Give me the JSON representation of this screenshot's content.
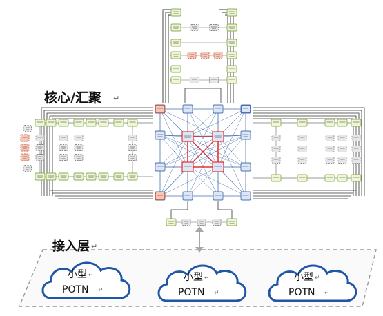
{
  "labels": {
    "core_layer": "核心/汇聚",
    "access_layer": "接入层",
    "return_mark": "↵"
  },
  "clouds": [
    {
      "line1": "小型",
      "line2": "POTN"
    },
    {
      "line1": "小型",
      "line2": "POTN"
    },
    {
      "line1": "小型",
      "line2": "POTN"
    }
  ],
  "colors": {
    "core_fill": "#dbe6f7",
    "core_stroke": "#4a72b0",
    "ring_green_fill": "#eef5d9",
    "ring_green_stroke": "#8db04d",
    "gray_fill": "#e6e6e6",
    "gray_stroke": "#888888",
    "red_fill": "#f4c7b8",
    "red_stroke": "#e06040",
    "cloud_stroke": "#1f56a8",
    "red_link": "#e83030",
    "blue_link": "#4a72b0",
    "dashed_border": "#9a9a9a"
  }
}
